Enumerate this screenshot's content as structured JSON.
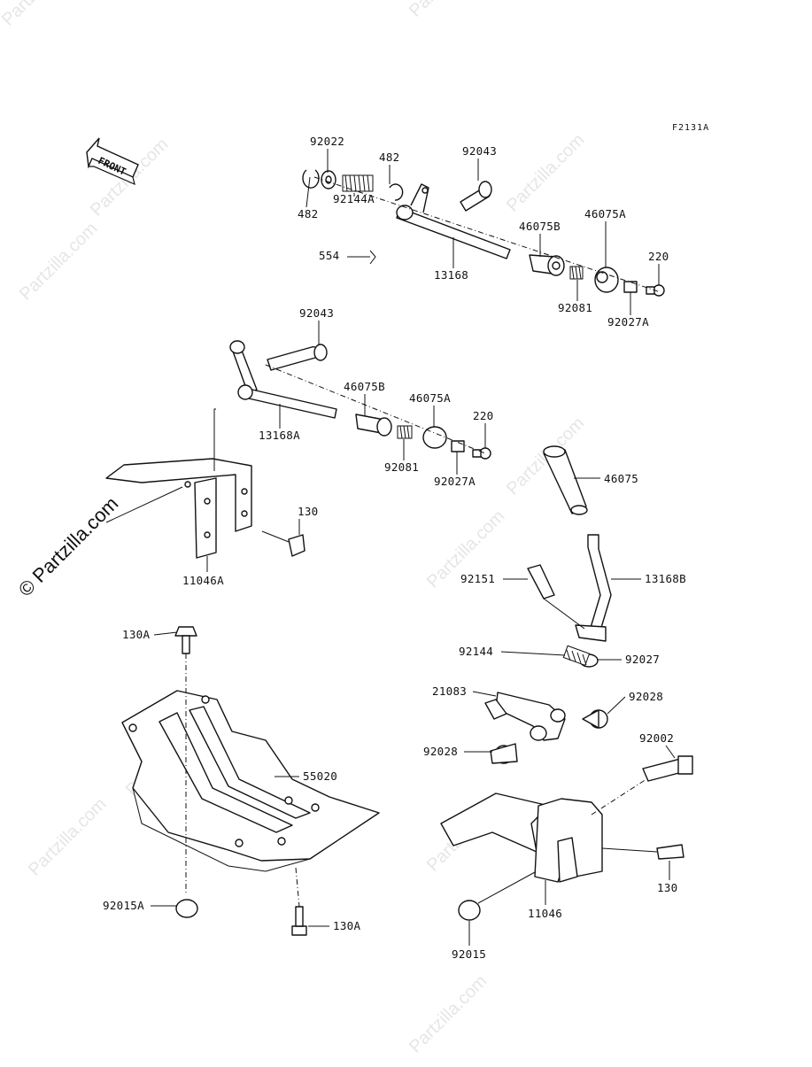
{
  "diagram": {
    "code": "F2131A",
    "front_label": "FRONT",
    "watermark": "Partzilla.com",
    "watermark_main": "© Partzilla.com"
  },
  "labels": {
    "l92022": "92022",
    "l482a": "482",
    "l482b": "482",
    "l92043a": "92043",
    "l92144A": "92144A",
    "l554": "554",
    "l13168": "13168",
    "l46075B_a": "46075B",
    "l46075A_a": "46075A",
    "l220a": "220",
    "l92081a": "92081",
    "l92027A_a": "92027A",
    "l92043b": "92043",
    "l46075B_b": "46075B",
    "l46075A_b": "46075A",
    "l220b": "220",
    "l13168A": "13168A",
    "l92081b": "92081",
    "l92027A_b": "92027A",
    "l130a": "130",
    "l11046A": "11046A",
    "l46075": "46075",
    "l92151": "92151",
    "l13168B": "13168B",
    "l130A_a": "130A",
    "l92144": "92144",
    "l92027": "92027",
    "l21083": "21083",
    "l92028a": "92028",
    "l92028b": "92028",
    "l55020": "55020",
    "l92002": "92002",
    "l92015A": "92015A",
    "l130A_b": "130A",
    "l130b": "130",
    "l11046": "11046",
    "l92015": "92015"
  }
}
